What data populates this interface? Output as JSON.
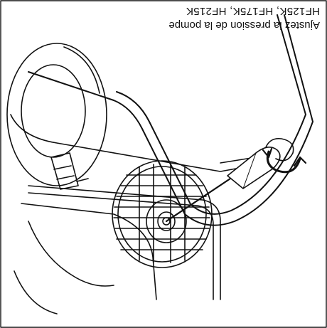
{
  "caption": {
    "instruction": "Ajustez la pression de  la pompe",
    "models": "HF125K, HF175K, HF215K"
  },
  "figure": {
    "orientation": "rotated-180",
    "line_color": "#111111",
    "background": "#ffffff",
    "icons": [
      "screwdriver-icon",
      "rotate-arrow-icon"
    ]
  }
}
